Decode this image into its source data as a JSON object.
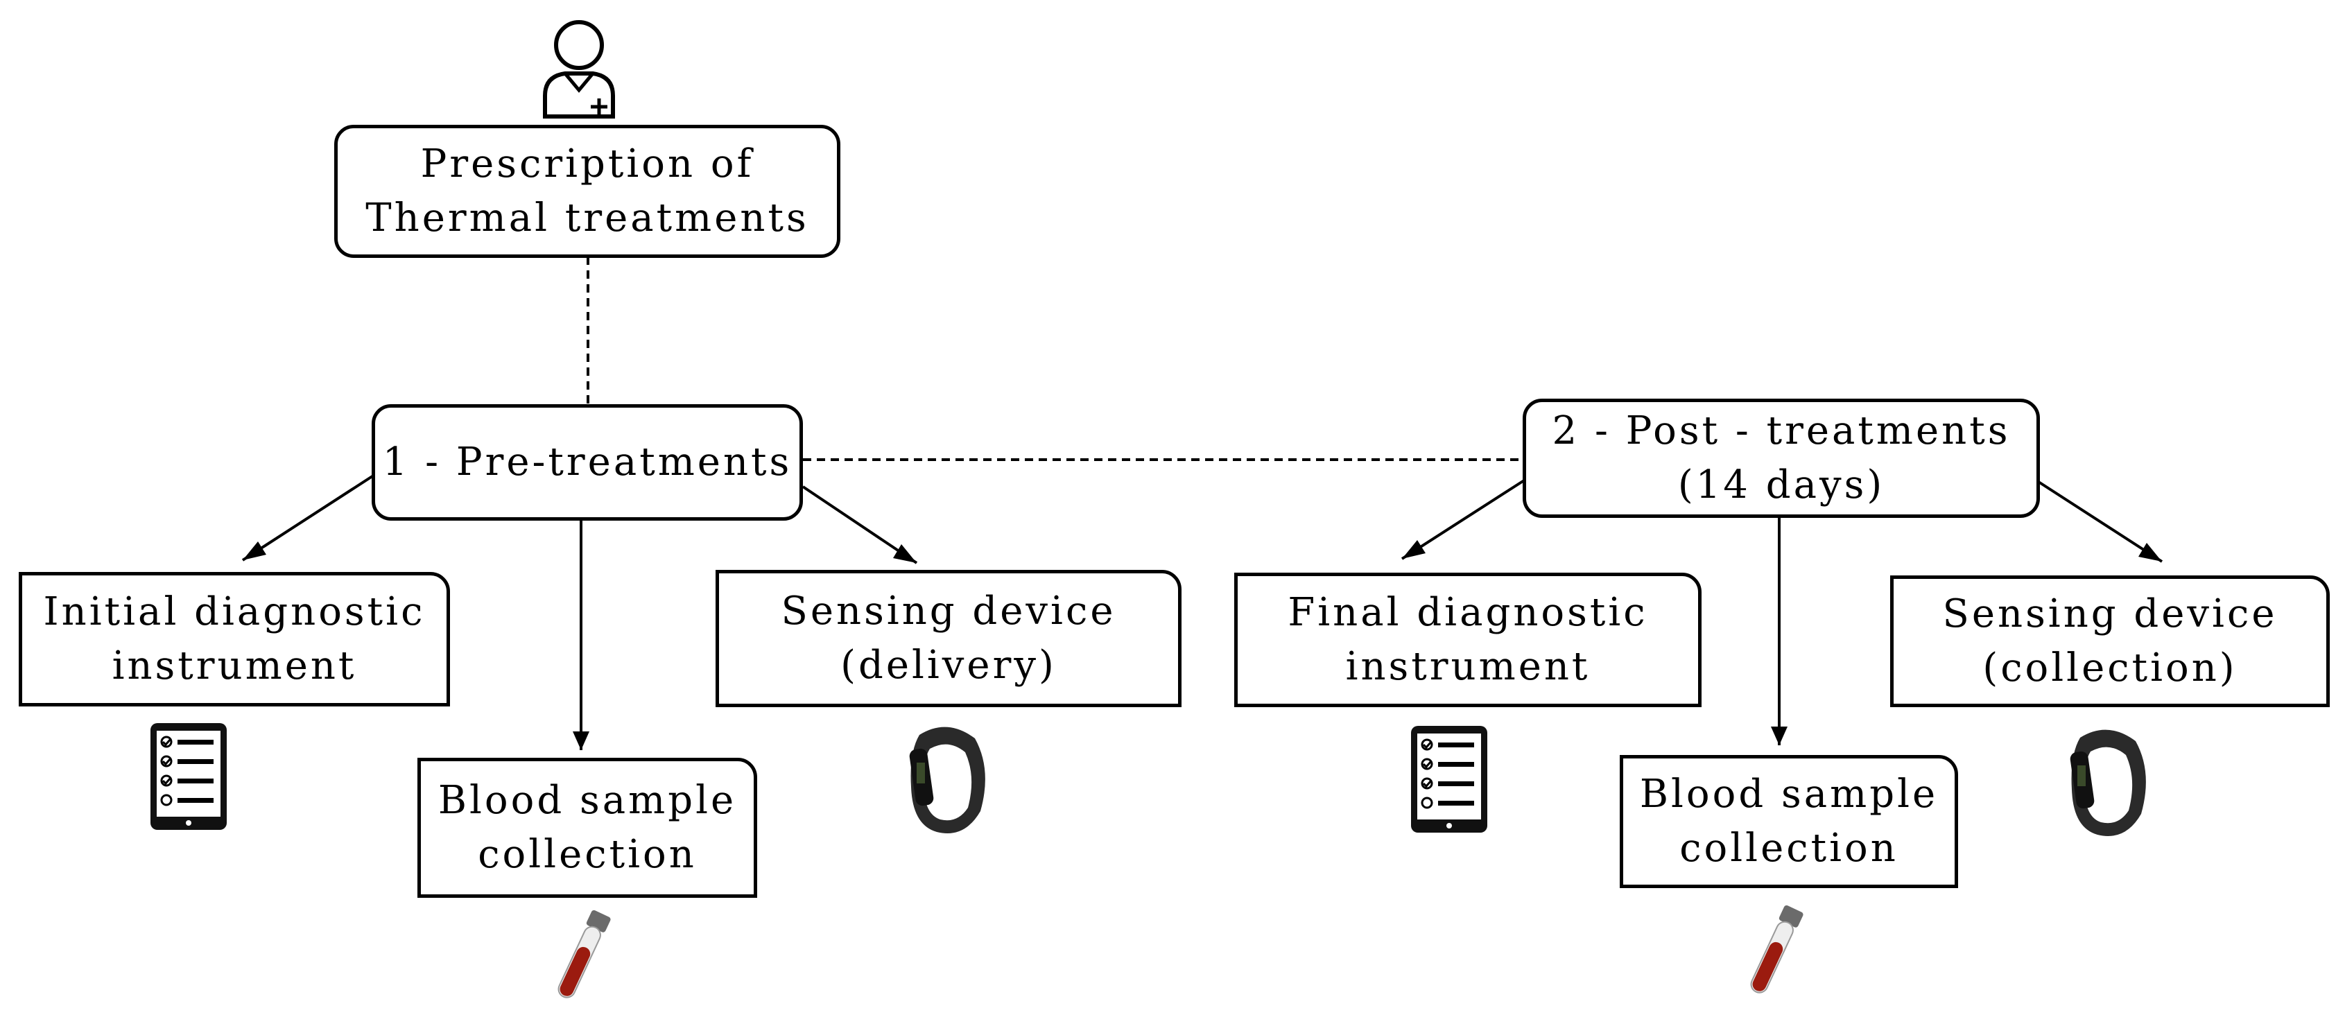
{
  "nodes": {
    "prescription": "Prescription of\nThermal treatments",
    "pre": "1 - Pre-treatments",
    "post": "2 - Post - treatments\n(14 days)",
    "initial": "Initial diagnostic\ninstrument",
    "blood_pre": "Blood sample\ncollection",
    "sensing_delivery": "Sensing device\n(delivery)",
    "final": "Final diagnostic\ninstrument",
    "blood_post": "Blood sample\ncollection",
    "sensing_collection": "Sensing device\n(collection)"
  },
  "icons": {
    "doctor": "doctor-icon",
    "tablet": "checklist-tablet-icon",
    "tube": "blood-tube-icon",
    "band": "fitness-band-icon"
  },
  "colors": {
    "line": "#000000",
    "blood": "#9b1b0f",
    "band": "#1f1f1f"
  }
}
